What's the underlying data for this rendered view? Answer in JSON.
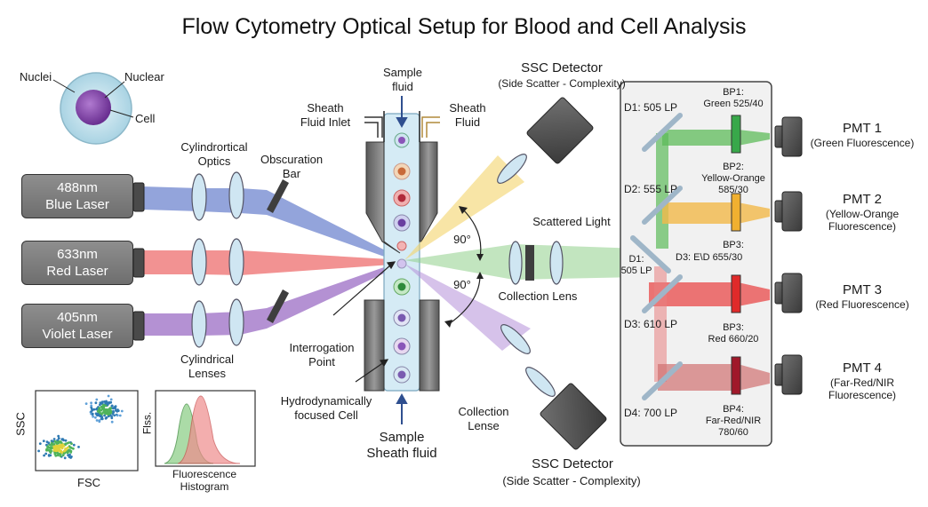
{
  "title": "Flow Cytometry Optical Setup for Blood and Cell Analysis",
  "cell_labels": {
    "nuclei": "Nuclei",
    "nuclear": "Nuclear",
    "cell": "Cell"
  },
  "lasers": [
    {
      "line1": "488nm",
      "line2": "Blue Laser",
      "color": "#6f86cf"
    },
    {
      "line1": "633nm",
      "line2": "Red Laser",
      "color": "#ee6e6e"
    },
    {
      "line1": "405nm",
      "line2": "Violet Laser",
      "color": "#9b6cc4"
    }
  ],
  "optics": {
    "cylindrortical_1": "Cylindrortical",
    "cylindrortical_2": "Optics",
    "obscuration_1": "Obscuration",
    "obscuration_2": "Bar",
    "cylindrical_1": "Cylindrical",
    "cylindrical_2": "Lenses"
  },
  "flow_cell": {
    "sample_top_1": "Sample",
    "sample_top_2": "fluid",
    "sheath_inlet_1": "Sheath",
    "sheath_inlet_2": "Fluid Inlet",
    "sheath_fluid_1": "Sheath",
    "sheath_fluid_2": "Fluid",
    "interrogation_1": "Interrogation",
    "interrogation_2": "Point",
    "hydro_1": "Hydrodynamically",
    "hydro_2": "focused Cell",
    "sample_bottom_1": "Sample",
    "sample_bottom_2": "Sheath fluid"
  },
  "scatter": {
    "ssc_top_1": "SSC Detector",
    "ssc_top_2": "(Side Scatter - Complexity)",
    "ssc_bottom_1": "SSC Detector",
    "ssc_bottom_2": "(Side Scatter - Complexity)",
    "angle_1": "90°",
    "angle_2": "90°",
    "scattered_light": "Scattered Light",
    "collection_lens": "Collection Lens",
    "collection_lense_1": "Collection",
    "collection_lense_2": "Lense"
  },
  "filters": {
    "d1": "D1: 505 LP",
    "d2": "D2: 555 LP",
    "d1b_1": "D1:",
    "d1b_2": "505 LP",
    "d3a": "D3: E\\D 655/30",
    "d3": "D3: 610 LP",
    "d4": "D4: 700 LP",
    "bp1_1": "BP1:",
    "bp1_2": "Green 525/40",
    "bp2_1": "BP2:",
    "bp2_2": "Yellow-Orange",
    "bp2_3": "585/30",
    "bp3a_1": "BP3:",
    "bp3a_2": "Red 660/20",
    "bp3_1": "BP3:",
    "bp4_1": "BP4:",
    "bp4_2": "Far-Red/NIR",
    "bp4_3": "780/60"
  },
  "pmts": [
    {
      "title": "PMT 1",
      "sub1": "(Green Fluorescence)",
      "sub2": "",
      "color": "#5dbb5a"
    },
    {
      "title": "PMT 2",
      "sub1": "(Yellow-Orange",
      "sub2": "Fluorescence)",
      "color": "#f3b94a"
    },
    {
      "title": "PMT 3",
      "sub1": "(Red Fluorescence)",
      "sub2": "",
      "color": "#e84848"
    },
    {
      "title": "PMT 4",
      "sub1": "(Far-Red/NIR",
      "sub2": "Fluorescence)",
      "color": "#b02a3a"
    }
  ],
  "plots": {
    "scatter_y": "SSC",
    "scatter_x": "FSC",
    "hist_y": "Flss.",
    "hist_x_1": "Fluorescence",
    "hist_x_2": "Histogram"
  },
  "colors": {
    "blue": "#6f86cf",
    "red": "#ee6e6e",
    "violet": "#9b6cc4",
    "green": "#5dbb5a",
    "yellow": "#f3d36a",
    "dark_red": "#b02a3a"
  }
}
